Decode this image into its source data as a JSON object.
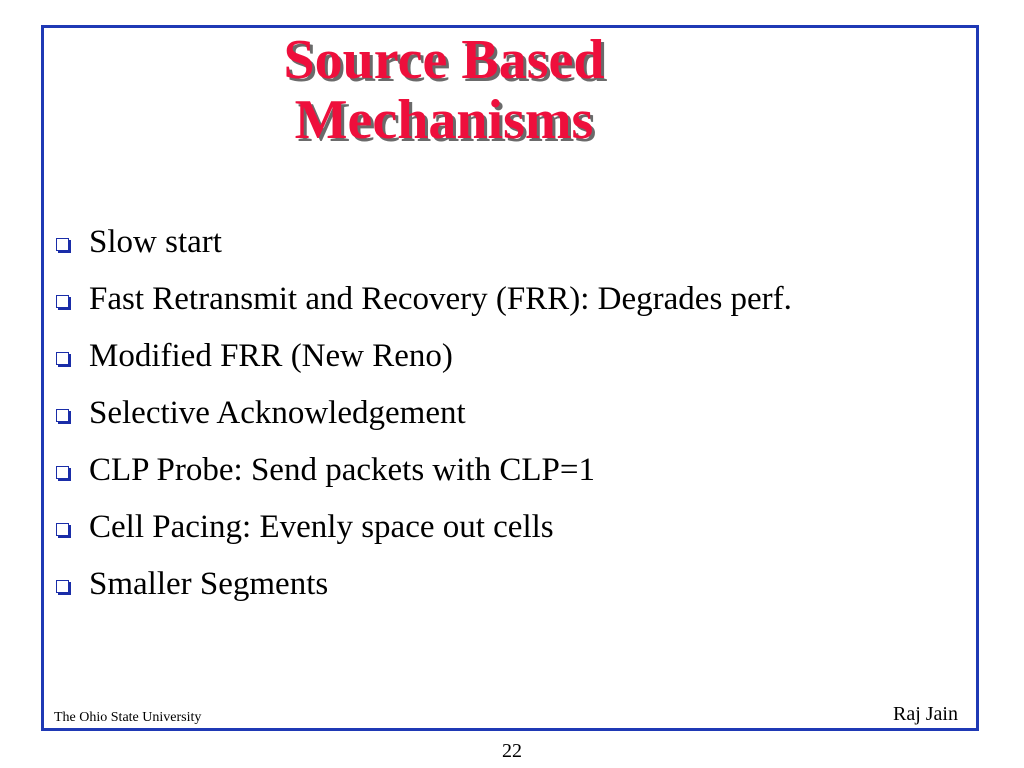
{
  "slide": {
    "title_line1": "Source Based",
    "title_line2": "Mechanisms",
    "bullets": [
      "Slow start",
      "Fast Retransmit and Recovery (FRR): Degrades perf.",
      "Modified FRR (New Reno)",
      "Selective Acknowledgement",
      "CLP Probe: Send packets with CLP=1",
      "Cell Pacing: Evenly space out cells",
      "Smaller Segments"
    ],
    "footer_left": "The Ohio State University",
    "footer_right": "Raj Jain",
    "page_number": "22"
  },
  "colors": {
    "title": "#ee0f3c",
    "frame_border": "#1f39b5",
    "bullet_box": "#1a2da8"
  },
  "icons": {
    "bullet": "hollow-square-bullet-icon"
  }
}
